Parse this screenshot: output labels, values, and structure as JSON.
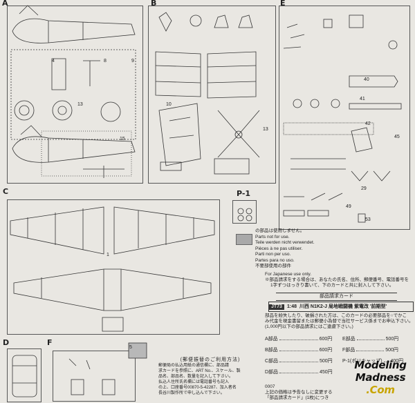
{
  "sprues": {
    "a": "A",
    "b": "B",
    "c": "C",
    "d": "D",
    "e": "E",
    "f": "F",
    "p1": "P-1"
  },
  "notice": {
    "ja_not_used": "の部品は使用しません。",
    "en_not_used": "Parts not for use.",
    "de_not_used": "Teile werden nicht verwendet.",
    "fr_not_used": "Pièces à ne pas utiliser.",
    "it_not_used": "Parti non per uso.",
    "es_not_used": "Partes para no uso.",
    "ja_unused_parts": "不要部使用の部件",
    "japanese_only": "For Japanese use only.",
    "ja_order_line1": "※部品請求をする場合は、あなたの氏名、住所、郵便番号、電話番号を",
    "ja_order_line2": "1字ずつはっきり書いて、下のカードと共に封入して下さい。"
  },
  "order_card": {
    "title": "部品請求カード",
    "code": "JT73",
    "scale": "1:48",
    "product": "川西 N1K2-J 局地戦闘機 紫電改 '前期型'",
    "intro1": "部品を紛失したり、破損された方は、このカードの必要部品を○でかこ",
    "intro2": "み代金を現金書留または郵便小為替で当社サービス係までお申込下さい。",
    "intro3": "(1,000円以下の部品請求にはご遠慮下さい。)",
    "rows": [
      {
        "left": "A部品",
        "left_price": "600円",
        "right": "E部品",
        "right_price": "500円"
      },
      {
        "left": "B部品",
        "left_price": "600円",
        "right": "F部品",
        "right_price": "500円"
      },
      {
        "left": "C部品",
        "left_price": "500円",
        "right": "P-1(ポリキャップ)",
        "right_price": "400円"
      },
      {
        "left": "D部品",
        "left_price": "450円",
        "right": "",
        "right_price": ""
      }
    ],
    "footer_num": "0007",
    "footer1": "上記の価格は予告なしに変更する",
    "footer2": "「部品請求カード」(1枚)につき"
  },
  "payment_note": {
    "title": "(郵便振替のご利用方法)",
    "lines": [
      "郵便局の払込用紙の通信欄に、部品請",
      "求カードを参照に、ART No.、スケール、製",
      "品名、部品名、数量を記入して下さい。",
      "払込人住所氏名欄には電話番号も記入",
      "の上、口座番号00870-5-42287、加入者名",
      "長谷川製作所で申し込んで下さい。"
    ]
  },
  "watermark": {
    "line1": "Modeling",
    "line2": "Madness",
    "line3": ".Com"
  }
}
